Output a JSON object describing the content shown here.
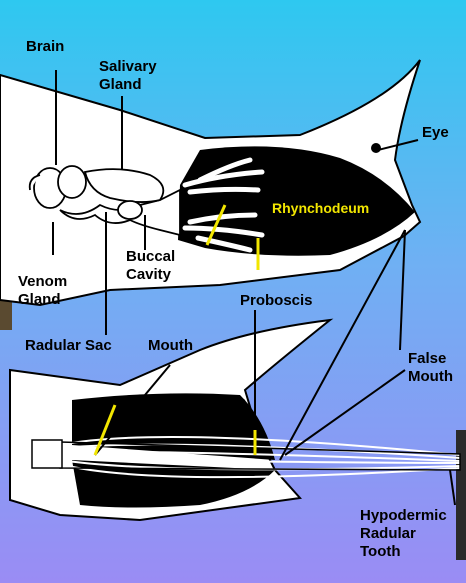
{
  "labels": {
    "brain": "Brain",
    "salivary_gland_1": "Salivary",
    "salivary_gland_2": "Gland",
    "eye": "Eye",
    "rhynchodeum": "Rhynchodeum",
    "buccal_cavity_1": "Buccal",
    "buccal_cavity_2": "Cavity",
    "venom_gland_1": "Venom",
    "venom_gland_2": "Gland",
    "proboscis": "Proboscis",
    "radular_sac": "Radular Sac",
    "mouth": "Mouth",
    "false_mouth_1": "False",
    "false_mouth_2": "Mouth",
    "hypodermic_1": "Hypodermic",
    "hypodermic_2": "Radular",
    "hypodermic_3": "Tooth"
  },
  "colors": {
    "background_top": "#2ec8f0",
    "background_bottom": "#9a8cf4",
    "body_fill": "#ffffff",
    "cavity_fill": "#000000",
    "pointer_line": "#000000",
    "highlight_line": "#f2e600"
  }
}
